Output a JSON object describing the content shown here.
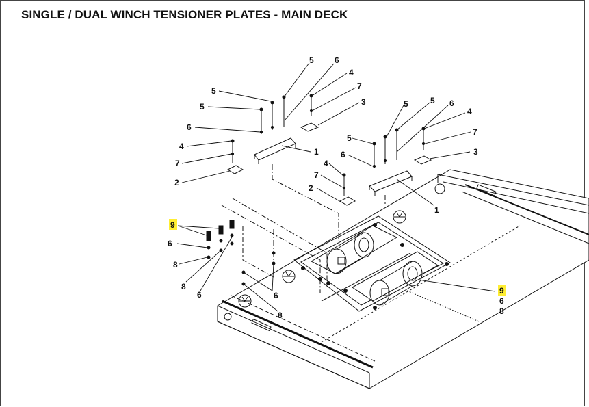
{
  "title": "SINGLE / DUAL WINCH TENSIONER PLATES - MAIN DECK",
  "callouts": {
    "upper_left": [
      "5",
      "6",
      "4",
      "7",
      "3",
      "5",
      "5",
      "6",
      "4",
      "7",
      "2",
      "1"
    ],
    "upper_right": [
      "5",
      "5",
      "6",
      "4",
      "7",
      "5",
      "3",
      "6",
      "4",
      "7",
      "2",
      "1"
    ],
    "left_stack": [
      "9",
      "6",
      "8",
      "8",
      "6"
    ],
    "center": [
      "6",
      "8"
    ],
    "right_stack": [
      "9",
      "6",
      "8"
    ]
  },
  "highlight_color": "#ffee33"
}
